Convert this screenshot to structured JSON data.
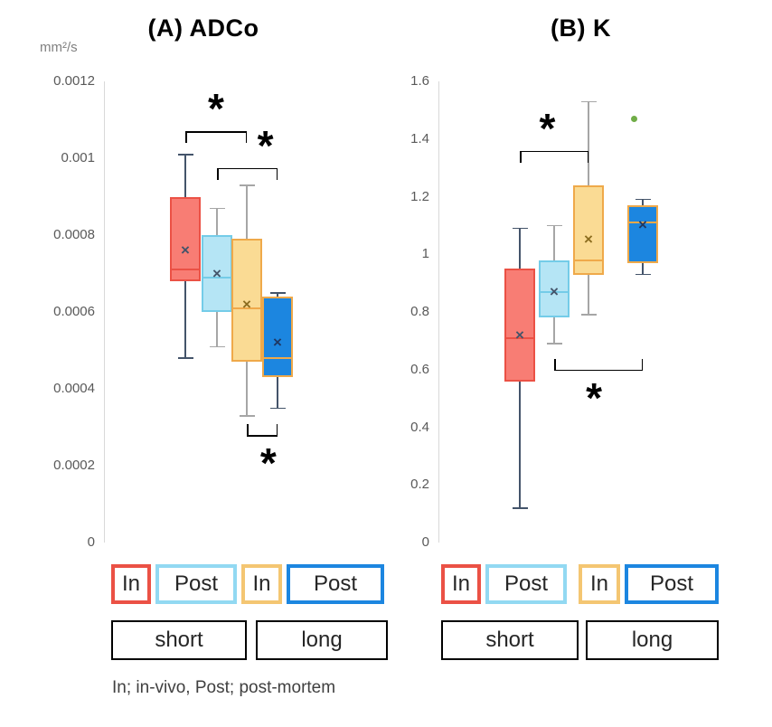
{
  "figure": {
    "footer_note": "In; in-vivo, Post; post-mortem"
  },
  "chart_data": [
    {
      "type": "boxplot",
      "title": "(A) ADCo",
      "unit": "mm²/s",
      "ylim": [
        0,
        0.0012
      ],
      "yticks": [
        0,
        0.0002,
        0.0004,
        0.0006,
        0.0008,
        0.001,
        0.0012
      ],
      "ytick_labels": [
        "0",
        "0.0002",
        "0.0004",
        "0.0006",
        "0.0008",
        "0.001",
        "0.0012"
      ],
      "series": [
        {
          "name": "In short",
          "label": "In",
          "group": "short",
          "whisker_low": 0.00048,
          "q1": 0.00068,
          "median": 0.00071,
          "mean": 0.00076,
          "q3": 0.0009,
          "whisker_high": 0.00101,
          "fill": "#F87D74",
          "edge": "#EB5145",
          "whisker": "#44546A",
          "mean_color": "#44546A"
        },
        {
          "name": "Post short",
          "label": "Post",
          "group": "short",
          "whisker_low": 0.00051,
          "q1": 0.0006,
          "median": 0.00069,
          "mean": 0.0007,
          "q3": 0.0008,
          "whisker_high": 0.00087,
          "fill": "#B5E5F5",
          "edge": "#74CCE8",
          "whisker": "#A6A6A6",
          "mean_color": "#44546A"
        },
        {
          "name": "In long",
          "label": "In",
          "group": "long",
          "whisker_low": 0.00033,
          "q1": 0.00047,
          "median": 0.00061,
          "mean": 0.00062,
          "q3": 0.00079,
          "whisker_high": 0.00093,
          "fill": "#FADB94",
          "edge": "#EFA94A",
          "whisker": "#A6A6A6",
          "mean_color": "#8C6D1F"
        },
        {
          "name": "Post long",
          "label": "Post",
          "group": "long",
          "whisker_low": 0.00035,
          "q1": 0.00043,
          "median": 0.00048,
          "mean": 0.00052,
          "q3": 0.00064,
          "whisker_high": 0.00065,
          "fill": "#1C86E0",
          "edge": "#EFA94A",
          "whisker": "#44546A",
          "mean_color": "#1F3864"
        }
      ],
      "significance": [
        {
          "from": 0,
          "to": 2,
          "y": 0.00107,
          "dir": "down",
          "label": "*",
          "label_frac": 0.5
        },
        {
          "from": 1,
          "to": 3,
          "y": 0.000975,
          "dir": "down",
          "label": "*",
          "label_frac": 0.8
        },
        {
          "from": 2,
          "to": 3,
          "y": 0.00028,
          "dir": "up",
          "label": "*",
          "label_frac": 0.7
        }
      ]
    },
    {
      "type": "boxplot",
      "title": "(B) K",
      "unit": "",
      "ylim": [
        0,
        1.6
      ],
      "yticks": [
        0,
        0.2,
        0.4,
        0.6,
        0.8,
        1,
        1.2,
        1.4,
        1.6
      ],
      "ytick_labels": [
        "0",
        "0.2",
        "0.4",
        "0.6",
        "0.8",
        "1",
        "1.2",
        "1.4",
        "1.6"
      ],
      "series": [
        {
          "name": "In short",
          "label": "In",
          "group": "short",
          "whisker_low": 0.12,
          "q1": 0.56,
          "median": 0.71,
          "mean": 0.72,
          "q3": 0.95,
          "whisker_high": 1.09,
          "fill": "#F87D74",
          "edge": "#EB5145",
          "whisker": "#44546A",
          "mean_color": "#44546A"
        },
        {
          "name": "Post short",
          "label": "Post",
          "group": "short",
          "whisker_low": 0.69,
          "q1": 0.78,
          "median": 0.87,
          "mean": 0.87,
          "q3": 0.98,
          "whisker_high": 1.1,
          "fill": "#B5E5F5",
          "edge": "#74CCE8",
          "whisker": "#A6A6A6",
          "mean_color": "#44546A"
        },
        {
          "name": "In long",
          "label": "In",
          "group": "long",
          "whisker_low": 0.79,
          "q1": 0.93,
          "median": 0.98,
          "mean": 1.05,
          "q3": 1.24,
          "whisker_high": 1.53,
          "fill": "#FADB94",
          "edge": "#EFA94A",
          "whisker": "#A6A6A6",
          "mean_color": "#8C6D1F"
        },
        {
          "name": "Post long",
          "label": "Post",
          "group": "long",
          "whisker_low": 0.93,
          "q1": 0.97,
          "median": 1.11,
          "mean": 1.1,
          "q3": 1.17,
          "whisker_high": 1.19,
          "outliers": [
            1.47
          ],
          "fill": "#1C86E0",
          "edge": "#EFA94A",
          "whisker": "#44546A",
          "mean_color": "#1F3864"
        }
      ],
      "significance": [
        {
          "from": 0,
          "to": 2,
          "y": 1.36,
          "dir": "down",
          "label": "*",
          "label_frac": 0.4
        },
        {
          "from": 1,
          "to": 3,
          "y": 0.6,
          "dir": "up",
          "label": "*",
          "label_frac": 0.45
        }
      ]
    }
  ],
  "legend": {
    "items": [
      {
        "label": "In",
        "border": "#EB5145"
      },
      {
        "label": "Post",
        "border": "#92D9F2"
      },
      {
        "label": "In",
        "border": "#F4C672"
      },
      {
        "label": "Post",
        "border": "#1C86E0"
      }
    ],
    "groups": [
      {
        "label": "short"
      },
      {
        "label": "long"
      }
    ]
  }
}
